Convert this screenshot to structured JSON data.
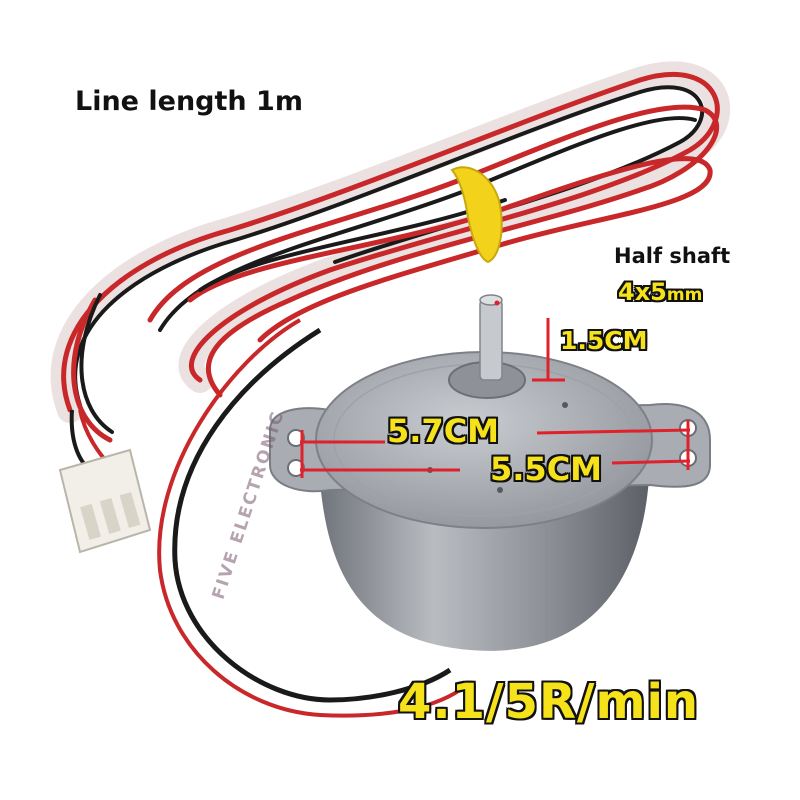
{
  "labels": {
    "line_length": "Line length 1m",
    "shaft_title": "Half shaft",
    "shaft_size": "4x5",
    "shaft_unit": "mm",
    "shaft_height": "1.5CM",
    "width_outer": "5.7CM",
    "width_inner": "5.5CM",
    "speed": "4.1/5R/min"
  },
  "watermark": "FIVE ELECTRONIC",
  "colors": {
    "wire_red": "#c8282a",
    "wire_black": "#1a1a1a",
    "motor_silver": "#a9adb3",
    "label_yellow": "#f6e21a",
    "dimension_red": "#e0202a",
    "band_yellow": "#f2d21a"
  }
}
